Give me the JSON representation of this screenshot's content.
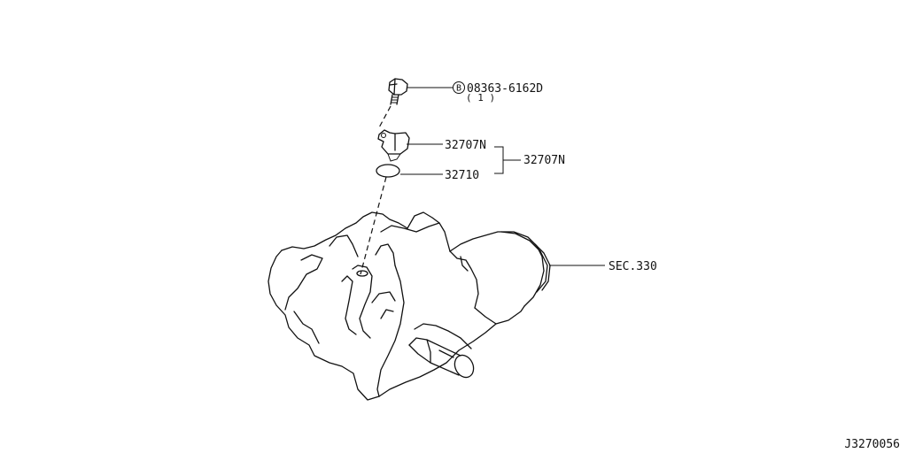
{
  "callouts": {
    "bolt_marker": "B",
    "bolt_part": "08363-6162D",
    "bolt_qty": "( 1 )",
    "sensor_part": "32707N",
    "oring_part": "32710",
    "assembly_part": "32707N",
    "section_ref": "SEC.330"
  },
  "footer": {
    "diagram_id": "J3270056"
  }
}
